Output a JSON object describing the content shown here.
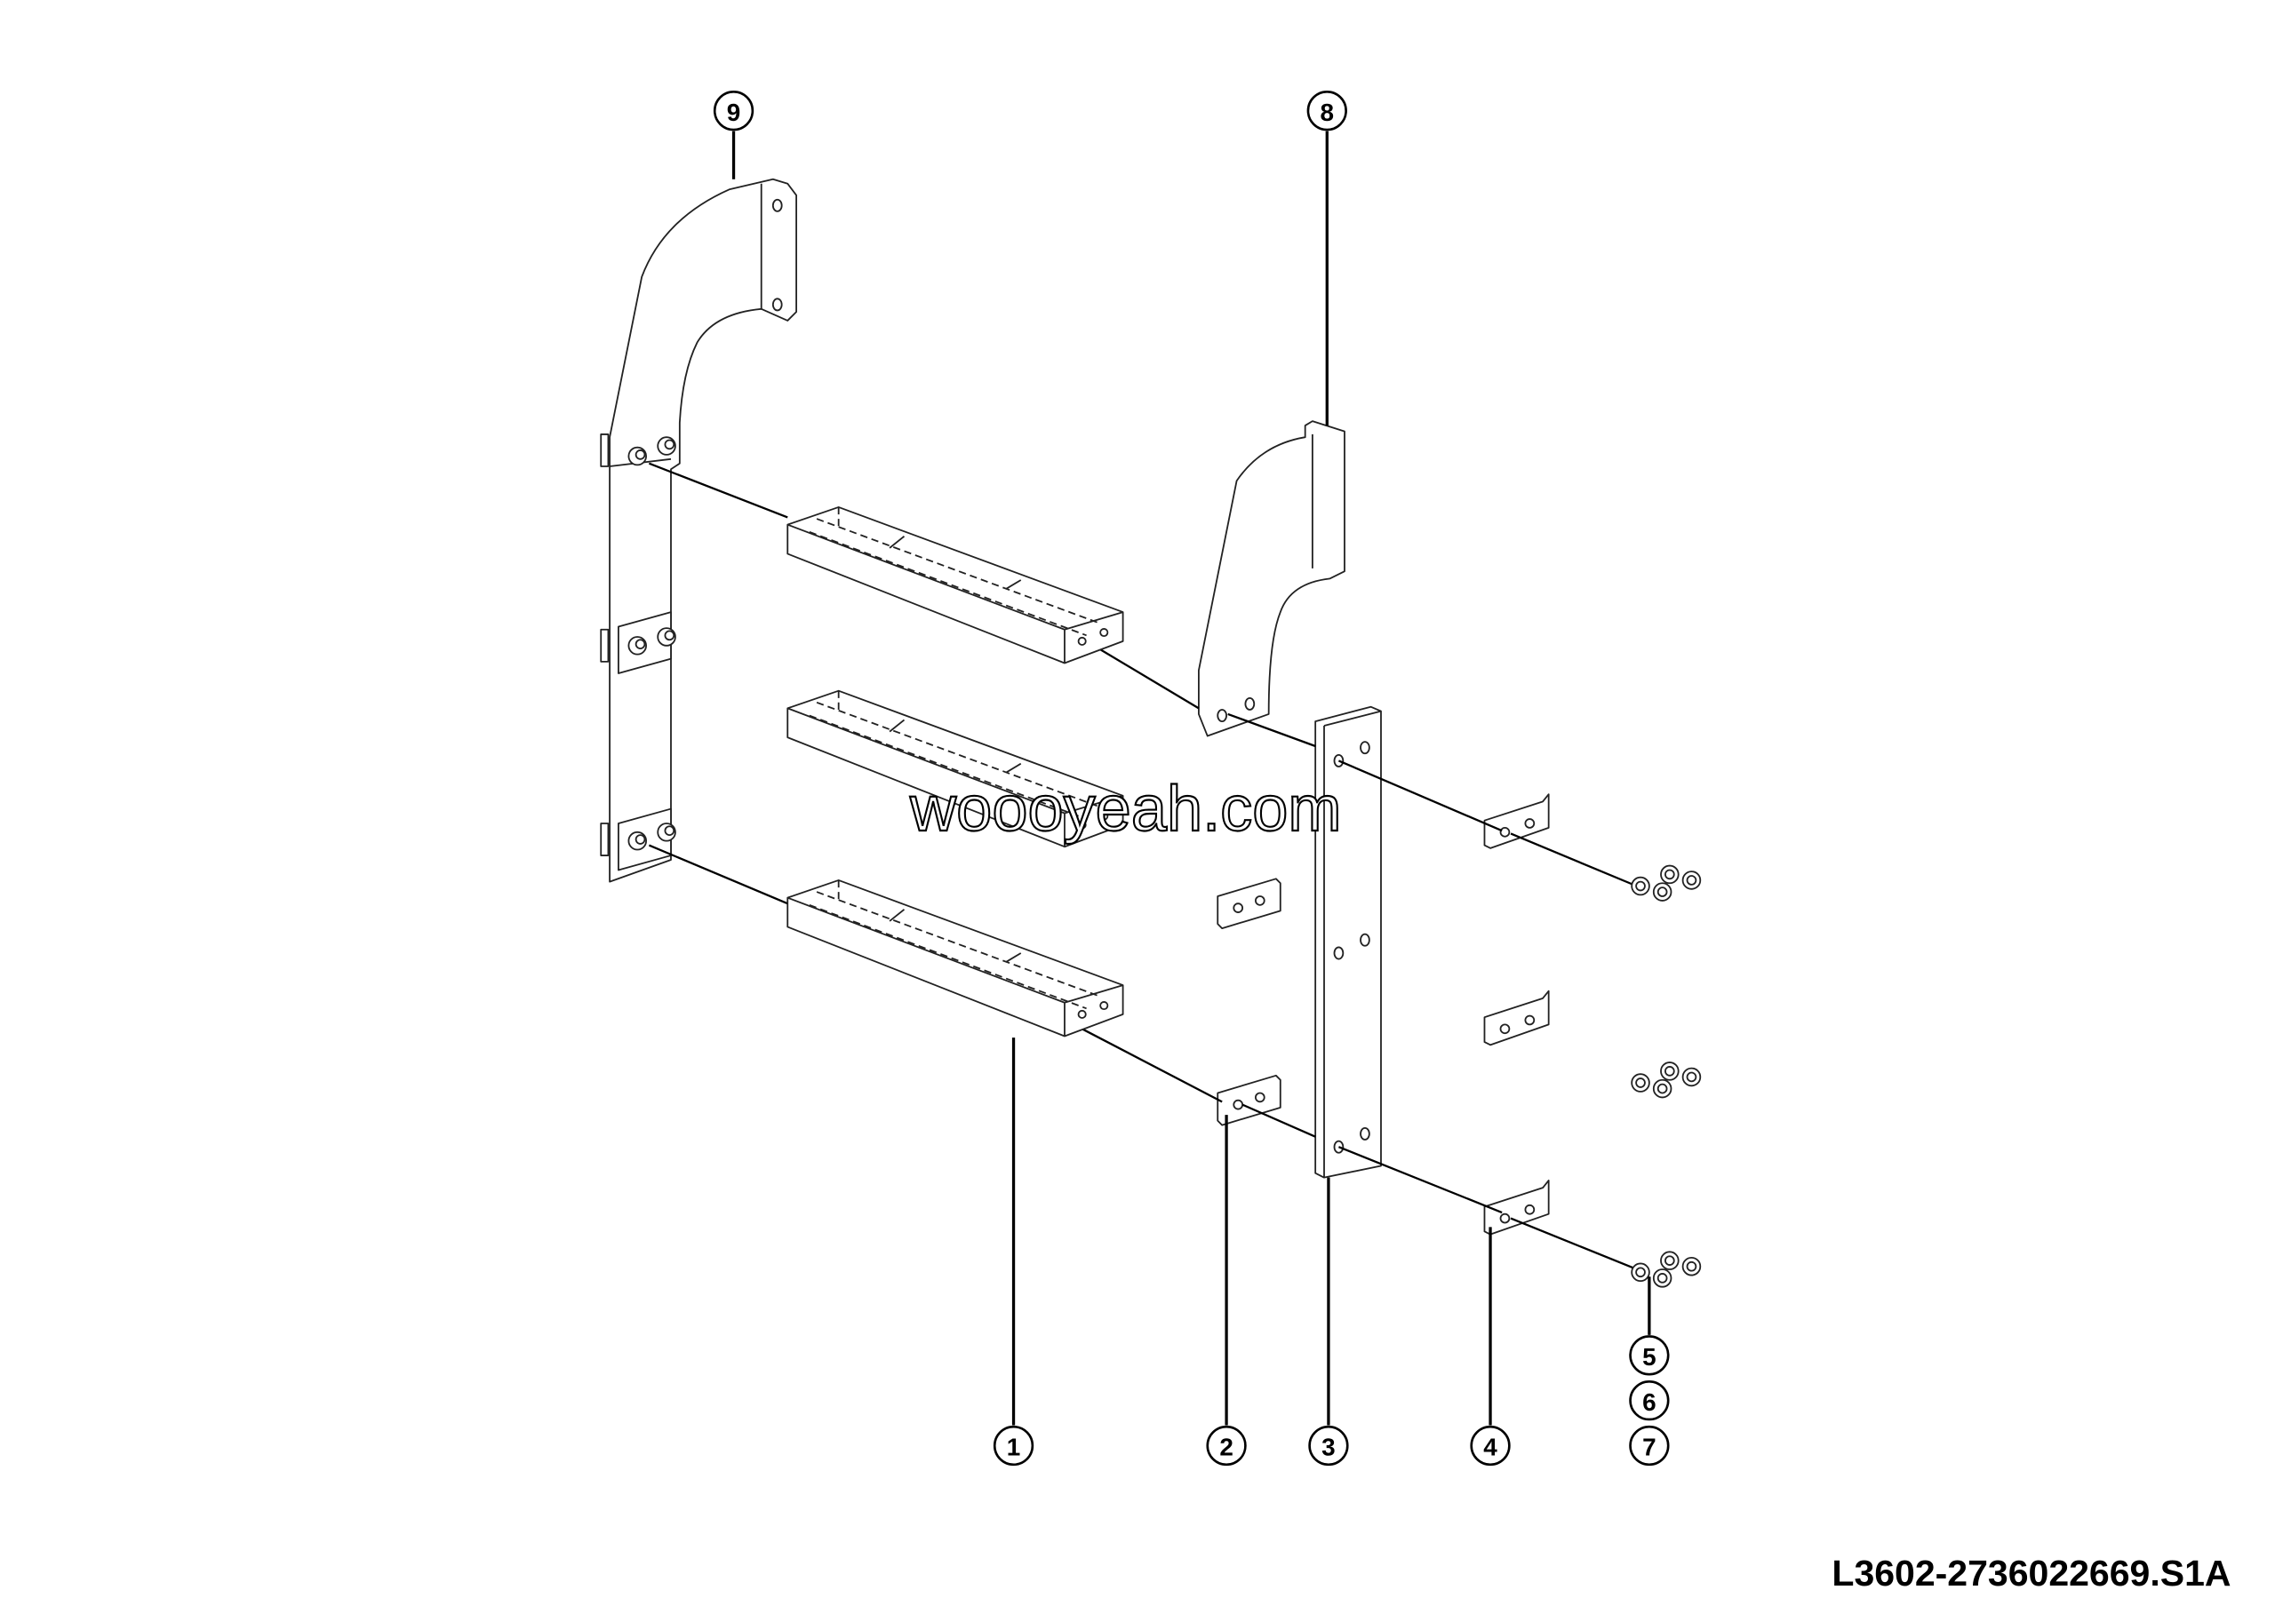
{
  "diagram": {
    "drawing_number": "L3602-2736022669.S1A",
    "watermark": "woooyeah.com",
    "callouts": [
      {
        "label": "9",
        "part": "left-bracket"
      },
      {
        "label": "8",
        "part": "right-bracket"
      },
      {
        "label": "1",
        "part": "step"
      },
      {
        "label": "2",
        "part": "small-plate"
      },
      {
        "label": "3",
        "part": "vertical-bar"
      },
      {
        "label": "4",
        "part": "angle-plate"
      },
      {
        "label": "5",
        "part": "bolt"
      },
      {
        "label": "6",
        "part": "washer"
      },
      {
        "label": "7",
        "part": "nut"
      }
    ]
  }
}
